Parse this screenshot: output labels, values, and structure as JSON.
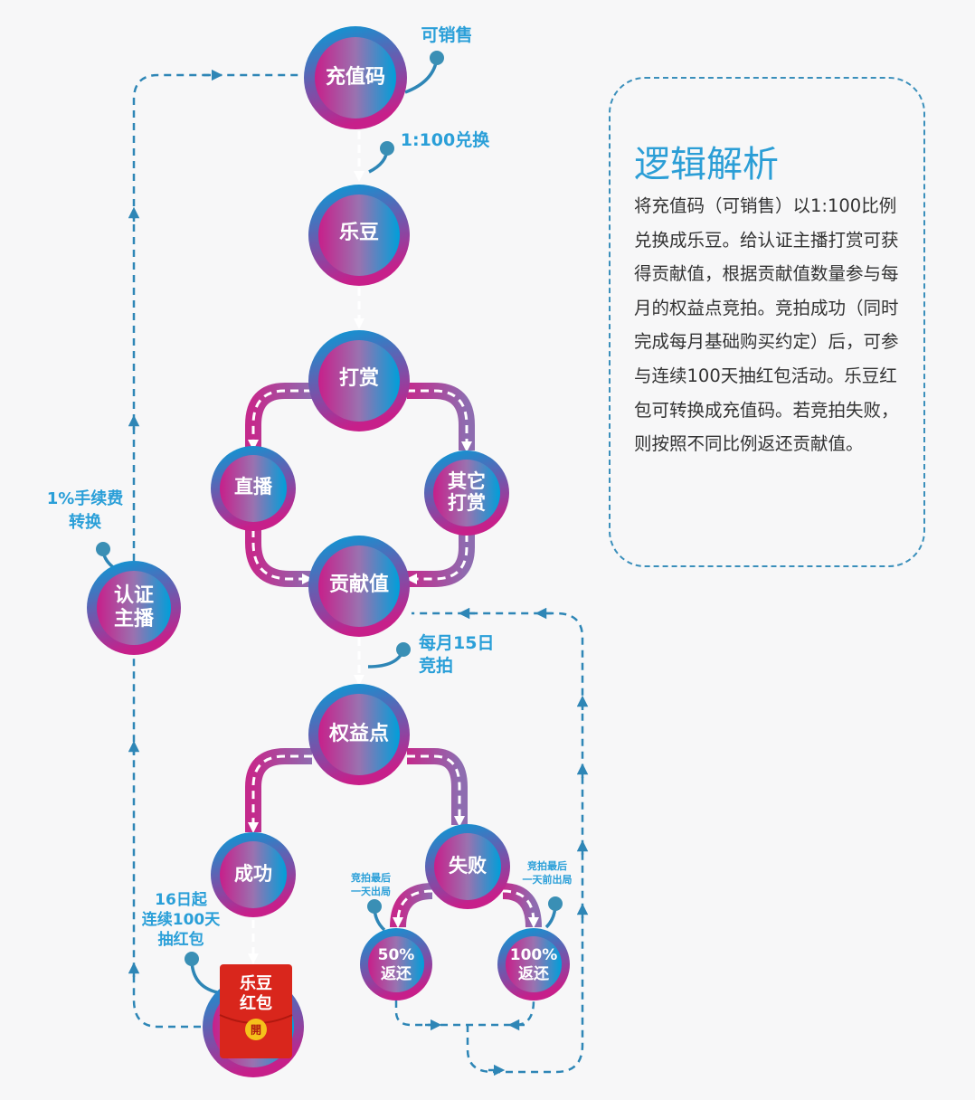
{
  "nodes": {
    "recharge_code": "充值码",
    "ledou": "乐豆",
    "tip": "打赏",
    "live": "直播",
    "other_tip_1": "其它",
    "other_tip_2": "打赏",
    "contribution": "贡献值",
    "equity": "权益点",
    "success": "成功",
    "fail": "失败",
    "refund50_1": "50%",
    "refund50_2": "返还",
    "refund100_1": "100%",
    "refund100_2": "返还",
    "anchor_1": "认证",
    "anchor_2": "主播",
    "redpacket_1": "乐豆",
    "redpacket_2": "红包",
    "redpacket_open": "開"
  },
  "labels": {
    "sellable": "可销售",
    "exchange": "1:100兑换",
    "fee_1": "1%手续费",
    "fee_2": "转换",
    "auction_1": "每月15日",
    "auction_2": "竞拍",
    "draw_1": "16日起",
    "draw_2": "连续100天",
    "draw_3": "抽红包",
    "out_last_1": "竞拍最后",
    "out_last_2": "一天出局",
    "out_before_1": "竞拍最后",
    "out_before_2": "一天前出局"
  },
  "panel": {
    "title": "逻辑解析",
    "body": "将充值码（可销售）以1:100比例兑换成乐豆。给认证主播打赏可获得贡献值，根据贡献值数量参与每月的权益点竞拍。竞拍成功（同时完成每月基础购买约定）后，可参与连续100天抽红包活动。乐豆红包可转换成充值码。若竞拍失败，则按照不同比例返还贡献值。"
  },
  "colors": {
    "blue": "#009fd9",
    "magenta": "#c71f8a",
    "track": "#9a5ca8",
    "dash": "#2e86b6",
    "label": "#2a9fd8",
    "red": "#d9261c"
  }
}
